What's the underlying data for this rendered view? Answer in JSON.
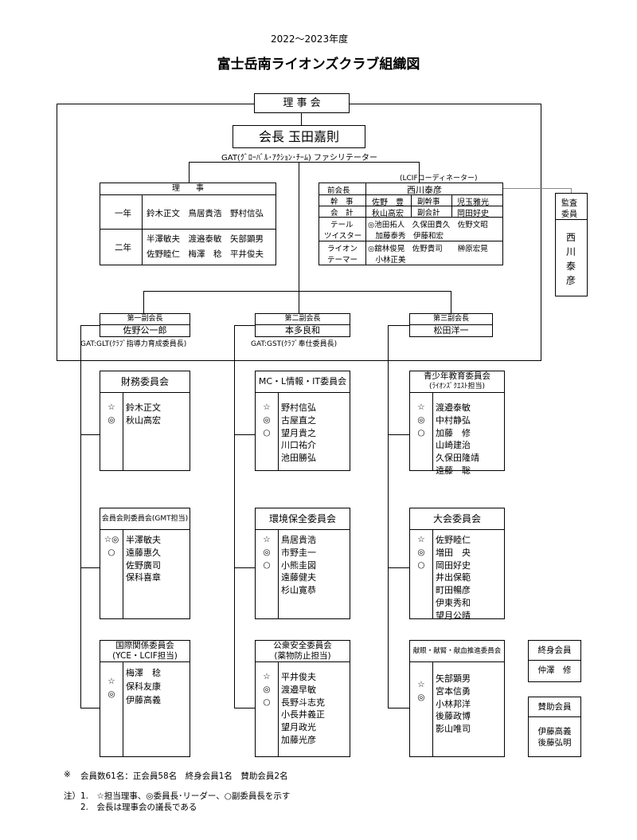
{
  "header": {
    "year": "2022～2023年度",
    "title": "富士岳南ライオンズクラブ組織図"
  },
  "board_label": "理 事 会",
  "president": {
    "label": "会長 玉田嘉則",
    "gat": "GAT(ｸﾞﾛｰﾊﾞﾙ･ｱｸｼｮﾝ･ﾁｰﾑ) ファシリテーター"
  },
  "directors": {
    "title": "理　　事",
    "year1_label": "一年",
    "year1_members": "鈴木正文　鳥居貴浩　野村信弘",
    "year2_label": "二年",
    "year2_line1": "半澤敏夫　渡邉泰敏　矢部顕男",
    "year2_line2": "佐野睦仁　梅澤　稔　平井俊夫"
  },
  "officers": {
    "lcif_note": "(LCIFコーディネーター)",
    "rows": [
      [
        "前会長",
        "西川泰彦",
        ""
      ],
      [
        "幹　事",
        "佐野　豊　副幹事　児玉雅光",
        ""
      ],
      [
        "会　計",
        "秋山高宏　副会計　岡田好史",
        ""
      ],
      [
        "テール",
        "◎池田拓人　久保田貴久　佐野文昭",
        ""
      ],
      [
        "ツイスター",
        "　加藤泰秀　伊藤和宏",
        ""
      ],
      [
        "ライオン",
        "◎舘林俊晃　佐野貴司　榊原宏晃",
        ""
      ],
      [
        "テーマー",
        "　小林正美",
        ""
      ]
    ],
    "past_pres_label": "前会長",
    "past_pres_name": "西川泰彦",
    "secretary_label": "幹　事",
    "secretary_name": "佐野　豊",
    "vice_secretary_label": "副幹事",
    "vice_secretary_name": "児玉雅光",
    "treasurer_label": "会　計",
    "treasurer_name": "秋山高宏",
    "vice_treasurer_label": "副会計",
    "vice_treasurer_name": "岡田好史",
    "tail_label1": "テール",
    "tail_label2": "ツイスター",
    "tail_line1": "◎池田拓人　久保田貴久　佐野文昭",
    "tail_line2": "　加藤泰秀　伊藤和宏",
    "tamer_label1": "ライオン",
    "tamer_label2": "テーマー",
    "tamer_line1": "◎舘林俊晃　佐野貴司　　榊原宏晃",
    "tamer_line2": "　小林正美"
  },
  "auditor": {
    "label1": "監査",
    "label2": "委員",
    "name": [
      "西",
      "川",
      "泰",
      "彦"
    ]
  },
  "vice_presidents": [
    {
      "label": "第一副会長",
      "name": "佐野公一郎",
      "note": "GAT:GLT(ｸﾗﾌﾞ指導力育成委員長)"
    },
    {
      "label": "第二副会長",
      "name": "本多良和",
      "note": "GAT:GST(ｸﾗﾌﾞ奉仕委員長)"
    },
    {
      "label": "第三副会長",
      "name": "松田洋一",
      "note": ""
    }
  ],
  "committees": {
    "finance": {
      "title": "財務委員会",
      "marks": [
        "☆",
        "◎"
      ],
      "members": [
        "鈴木正文",
        "秋山高宏"
      ]
    },
    "membership": {
      "title": "会員会則委員会(GMT担当)",
      "marks": [
        "☆◎",
        "○",
        "",
        ""
      ],
      "members": [
        "半澤敏夫",
        "遠藤惠久",
        "佐野廣司",
        "保科喜章"
      ]
    },
    "international": {
      "title1": "国際関係委員会",
      "title2": "(YCE・LCIF担当)",
      "marks": [
        "",
        "☆",
        "◎"
      ],
      "members": [
        "梅澤　稔",
        "保科友康",
        "伊藤高義"
      ]
    },
    "it": {
      "title": "MC・L情報・IT委員会",
      "marks": [
        "☆",
        "◎",
        "○",
        "",
        ""
      ],
      "members": [
        "野村信弘",
        "古屋直之",
        "望月貴之",
        "川口祐介",
        "池田勝弘"
      ]
    },
    "environment": {
      "title": "環境保全委員会",
      "marks": [
        "☆",
        "◎",
        "○",
        "",
        ""
      ],
      "members": [
        "鳥居貴浩",
        "市野圭一",
        "小熊圭図",
        "遠藤健夫",
        "杉山寛恭"
      ]
    },
    "safety": {
      "title1": "公衆安全委員会",
      "title2": "(薬物防止担当)",
      "marks": [
        "☆",
        "◎",
        "○",
        "",
        "",
        ""
      ],
      "members": [
        "平井俊夫",
        "渡邉早敏",
        "長野斗志克",
        "小長井義正",
        "望月政光",
        "加藤光彦"
      ]
    },
    "youth": {
      "title1": "青少年教育委員会",
      "title2": "(ﾗｲｵﾝｽﾞｸｴｽﾄ担当)",
      "marks": [
        "☆",
        "◎",
        "○",
        "",
        "",
        ""
      ],
      "members": [
        "渡邉泰敏",
        "中村静弘",
        "加藤　修",
        "山崎建治",
        "久保田隆靖",
        "遠藤　聡"
      ]
    },
    "convention": {
      "title": "大会委員会",
      "marks": [
        "☆",
        "◎",
        "○",
        "",
        "",
        "",
        ""
      ],
      "members": [
        "佐野睦仁",
        "増田　央",
        "岡田好史",
        "井出保範",
        "町田暢彦",
        "伊東秀和",
        "望月公晴"
      ]
    },
    "blood": {
      "title": "献眼・献腎・献血推進委員会",
      "marks": [
        "",
        "☆",
        "◎",
        "",
        ""
      ],
      "members": [
        "矢部顕男",
        "宮本信勇",
        "小林邦洋",
        "後藤政博",
        "影山唯司"
      ]
    }
  },
  "life_member": {
    "title": "終身会員",
    "name": "仲澤　修"
  },
  "supporting_member": {
    "title": "賛助会員",
    "name1": "伊藤高義",
    "name2": "後藤弘明"
  },
  "footer": {
    "count_mark": "※",
    "count": "会員数61名：正会員58名　終身会員1名　賛助会員2名",
    "note_label": "注）",
    "note1": "1.　☆担当理事、◎委員長･リーダー、○副委員長を示す",
    "note2": "2.　会長は理事会の議長である"
  }
}
